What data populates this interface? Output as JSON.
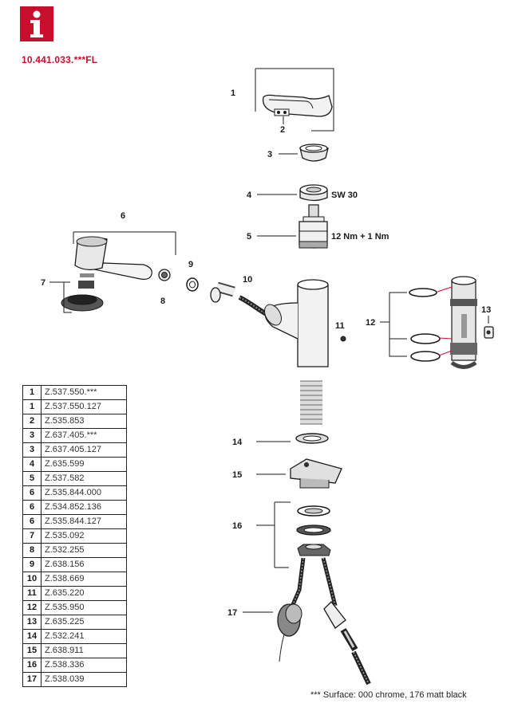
{
  "header": {
    "info_icon": "info-icon",
    "model_number": "10.441.033.***FL"
  },
  "colors": {
    "brand_red": "#c8102e",
    "accent_red": "#c8102e",
    "line": "#1a1a1a"
  },
  "callouts": {
    "c1": "1",
    "c2": "2",
    "c3": "3",
    "c4": "4",
    "c5": "5",
    "c6": "6",
    "c7": "7",
    "c8": "8",
    "c9": "9",
    "c10": "10",
    "c11": "11",
    "c12": "12",
    "c13": "13",
    "c14": "14",
    "c15": "15",
    "c16": "16",
    "c17": "17"
  },
  "annotations": {
    "wrench_size": "SW 30",
    "torque": "12 Nm + 1 Nm"
  },
  "parts_table": [
    {
      "pos": "1",
      "code": "Z.537.550.***"
    },
    {
      "pos": "1",
      "code": "Z.537.550.127"
    },
    {
      "pos": "2",
      "code": "Z.535.853"
    },
    {
      "pos": "3",
      "code": "Z.637.405.***"
    },
    {
      "pos": "3",
      "code": "Z.637.405.127"
    },
    {
      "pos": "4",
      "code": "Z.635.599"
    },
    {
      "pos": "5",
      "code": "Z.537.582"
    },
    {
      "pos": "6",
      "code": "Z.535.844.000"
    },
    {
      "pos": "6",
      "code": "Z.534.852.136"
    },
    {
      "pos": "6",
      "code": "Z.535.844.127"
    },
    {
      "pos": "7",
      "code": "Z.535.092"
    },
    {
      "pos": "8",
      "code": "Z.532.255"
    },
    {
      "pos": "9",
      "code": "Z.638.156"
    },
    {
      "pos": "10",
      "code": "Z.538.669"
    },
    {
      "pos": "11",
      "code": "Z.635.220"
    },
    {
      "pos": "12",
      "code": "Z.535.950"
    },
    {
      "pos": "13",
      "code": "Z.635.225"
    },
    {
      "pos": "14",
      "code": "Z.532.241"
    },
    {
      "pos": "15",
      "code": "Z.638.911"
    },
    {
      "pos": "16",
      "code": "Z.538.336"
    },
    {
      "pos": "17",
      "code": "Z.538.039"
    }
  ],
  "footnote": "*** Surface: 000 chrome, 176 matt black"
}
